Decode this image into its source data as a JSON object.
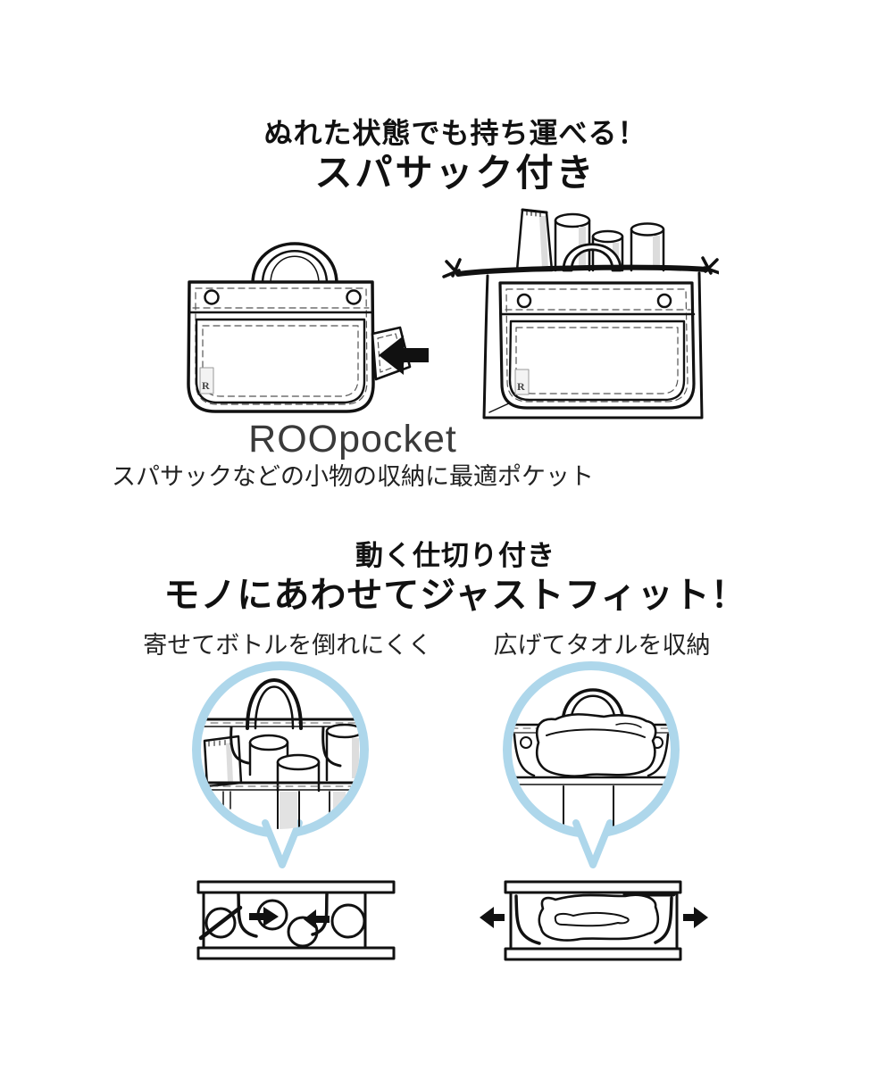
{
  "page": {
    "background": "#ffffff"
  },
  "colors": {
    "accent_blue": "#aed7eb",
    "line_black": "#111111",
    "shade_gray": "#dcdcdc"
  },
  "spa_section": {
    "heading_line1": "ぬれた状態でも持ち運べる！",
    "heading_line2": "スパサック付き",
    "brand_label": "ROOpocket",
    "caption": "スパサックなどの小物の収納に最適ポケット",
    "tag_letter": "R"
  },
  "divider_section": {
    "heading_line1": "動く仕切り付き",
    "heading_line2": "モノにあわせてジャストフィット！",
    "caption_left": "寄せてボトルを倒れにくく",
    "caption_right": "広げてタオルを収納"
  }
}
